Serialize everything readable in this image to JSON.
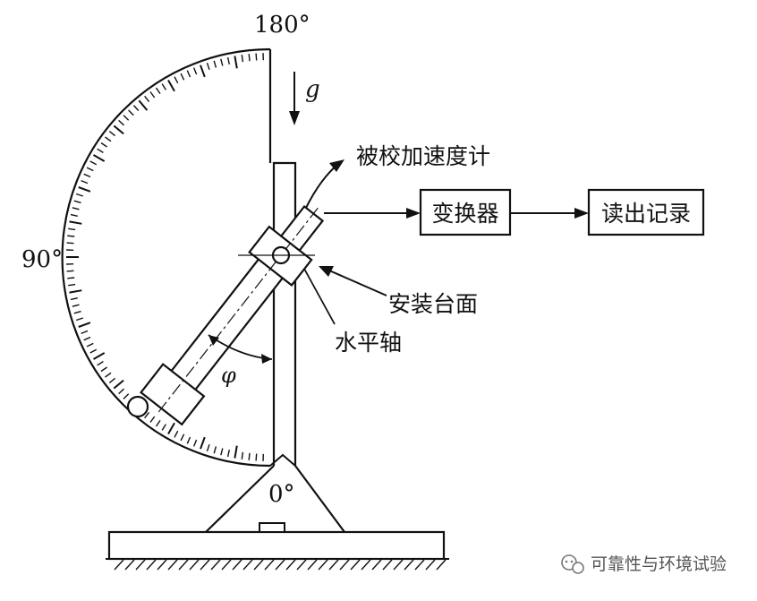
{
  "diagram": {
    "scale_labels": {
      "top": "180°",
      "left": "90°",
      "bottom": "0°"
    },
    "labels": {
      "gravity": "g",
      "accelerometer": "被校加速度计",
      "converter": "变换器",
      "readout": "读出记录",
      "mounting_surface": "安装台面",
      "horizontal_axis": "水平轴",
      "angle": "φ"
    },
    "watermark": "可靠性与环境试验",
    "colors": {
      "ink": "#111111",
      "watermark": "#555555"
    }
  }
}
